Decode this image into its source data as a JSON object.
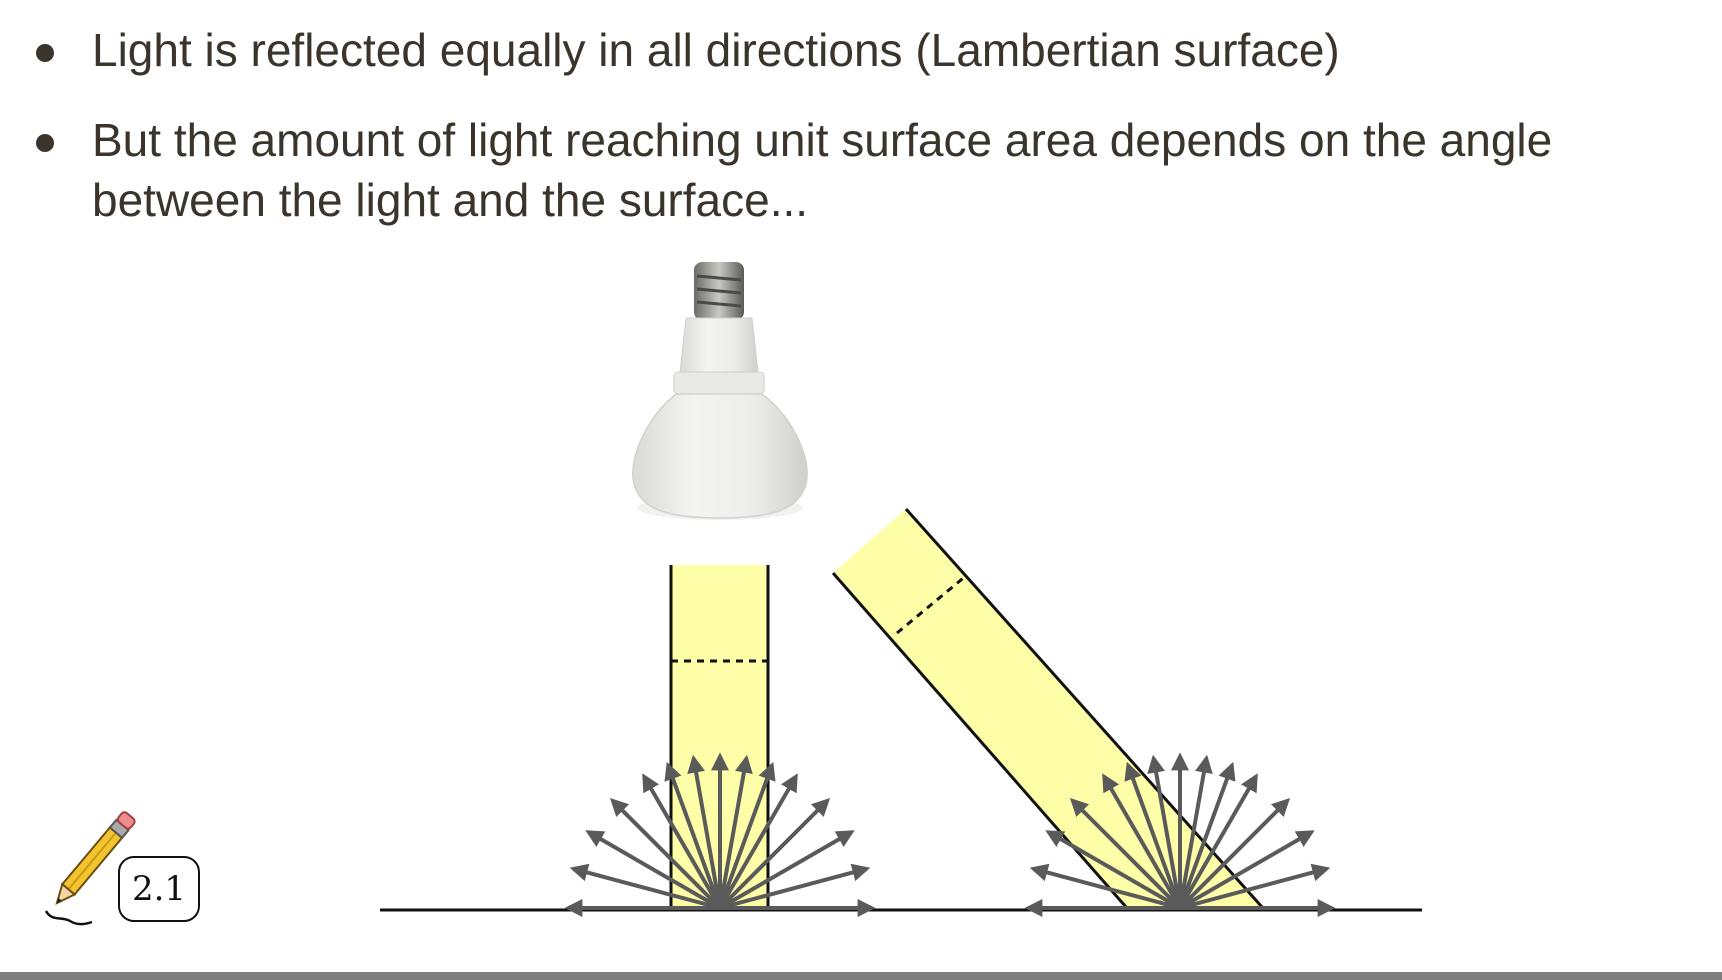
{
  "bullets": [
    "Light is reflected equally in all directions (Lambertian surface)",
    "But the amount of light reaching unit surface area depends on the angle between the light and the surface..."
  ],
  "badge": "2.1",
  "icons": {
    "light_source": "light-bulb-icon",
    "annotation": "pencil-icon"
  },
  "colors": {
    "text": "#3a342c",
    "beam_fill": "#fefda8",
    "arrow": "#5a5a5a",
    "outline": "#111111"
  }
}
